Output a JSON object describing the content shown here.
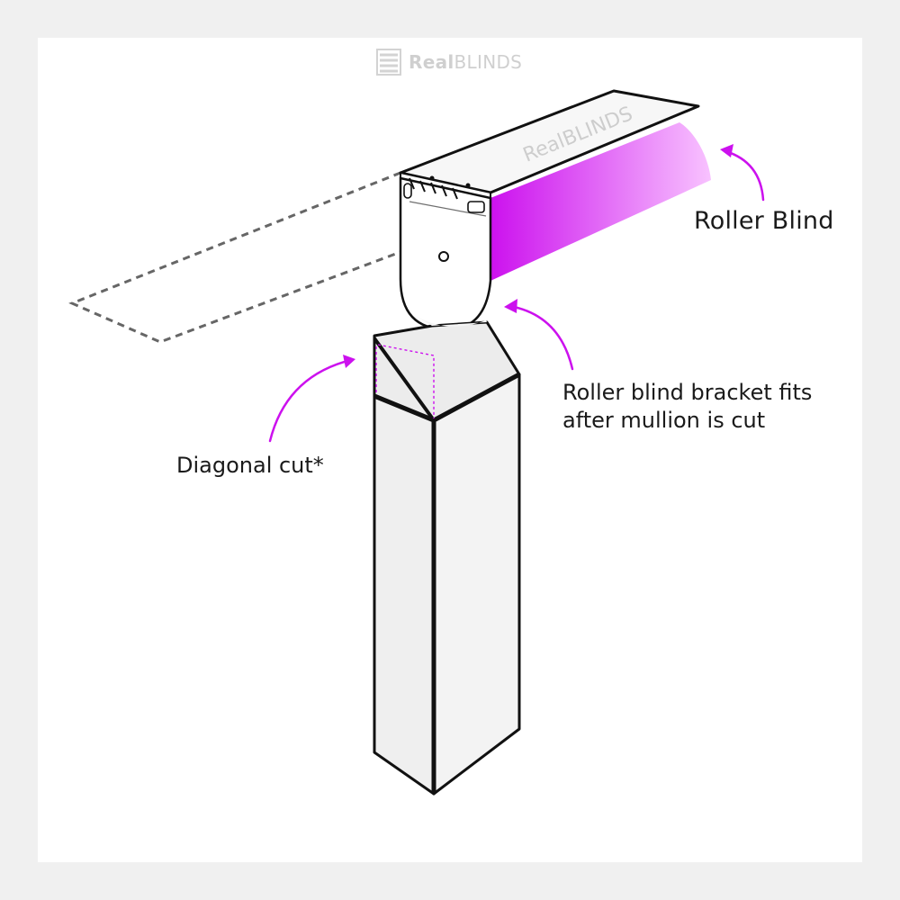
{
  "brand": {
    "logo_text_bold": "Real",
    "logo_text_light": "BLINDS"
  },
  "labels": {
    "roller_blind": "Roller Blind",
    "bracket_line1": "Roller blind bracket fits",
    "bracket_line2": "after mullion is cut",
    "diagonal_cut": "Diagonal cut*"
  },
  "colors": {
    "accent": "#cc11ee",
    "accent_light": "#f7b6ff",
    "outline": "#111111",
    "fill": "#f2f2f2",
    "background": "#ffffff",
    "frame": "#f0f0f0"
  },
  "icons": [
    "blinds-logo-icon",
    "arrow-icon"
  ]
}
